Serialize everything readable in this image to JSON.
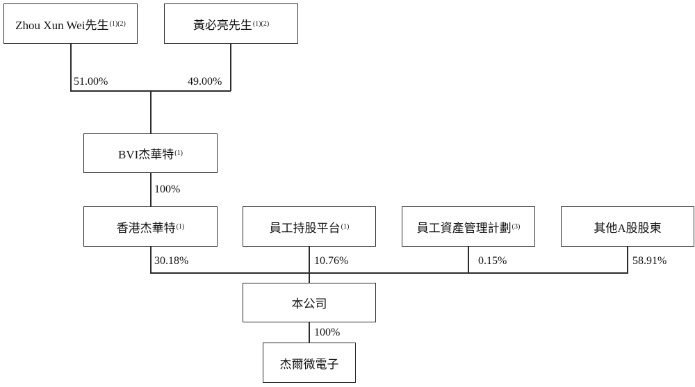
{
  "entities": {
    "zhou": {
      "name": "Zhou Xun Wei先生",
      "note": "(1)(2)"
    },
    "huang": {
      "name": "黃必亮先生",
      "note": "(1)(2)"
    },
    "bvi": {
      "name": "BVI杰華特",
      "note": "(1)"
    },
    "hk": {
      "name": "香港杰華特",
      "note": "(1)"
    },
    "esop": {
      "name": "員工持股平台",
      "note": "(1)"
    },
    "asset_plan": {
      "name": "員工資產管理計劃",
      "note": "(3)"
    },
    "other_a": {
      "name": "其他A股股東",
      "note": ""
    },
    "company": {
      "name": "本公司",
      "note": ""
    },
    "subsidiary": {
      "name": "杰爾微電子",
      "note": ""
    }
  },
  "holdings": {
    "zhou_bvi": "51.00%",
    "huang_bvi": "49.00%",
    "bvi_hk": "100%",
    "hk_company": "30.18%",
    "esop_company": "10.76%",
    "asset_plan_company": "0.15%",
    "other_a_company": "58.91%",
    "company_subsidiary": "100%"
  }
}
